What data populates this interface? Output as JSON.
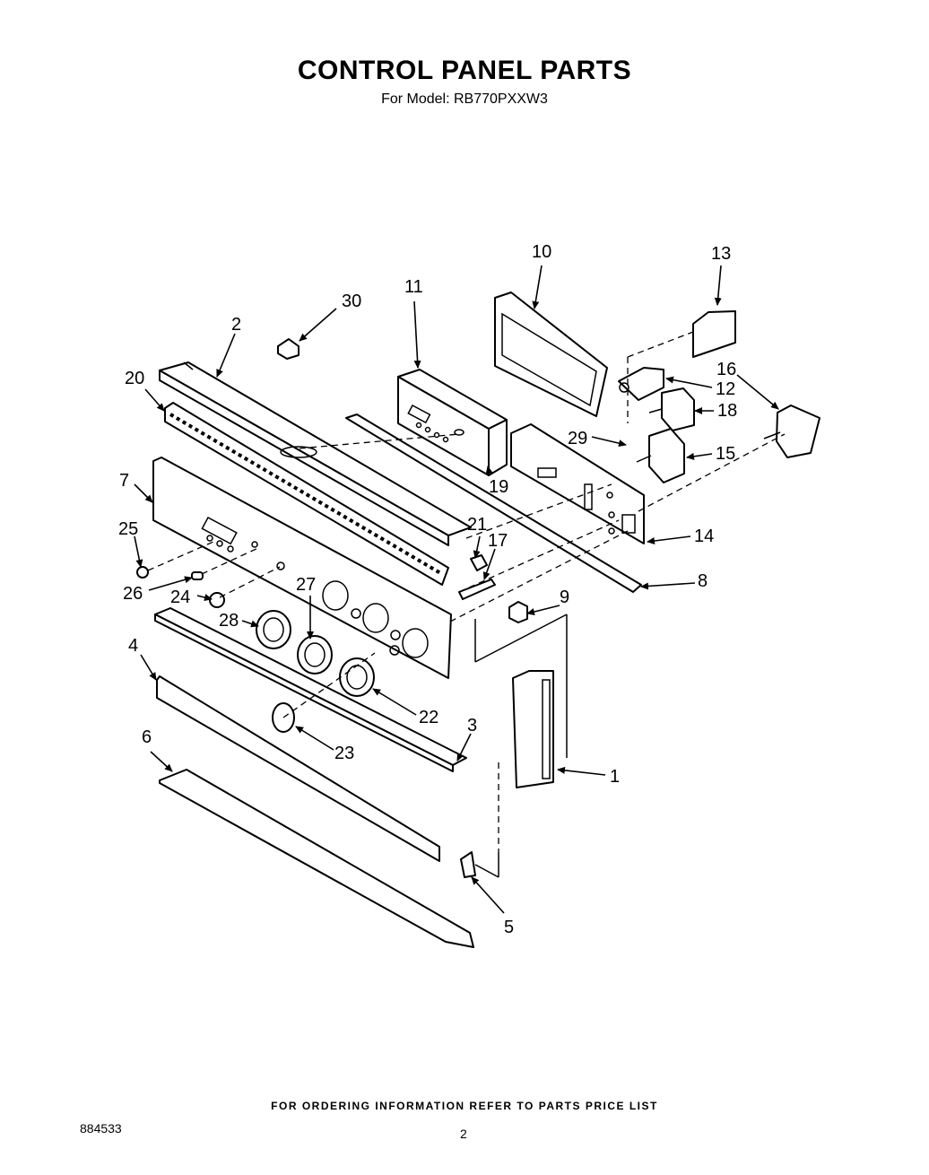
{
  "header": {
    "title": "CONTROL PANEL PARTS",
    "subtitle": "For Model: RB770PXXW3"
  },
  "footer": {
    "ordering_note": "FOR ORDERING INFORMATION REFER TO PARTS PRICE LIST",
    "document_number": "884533",
    "page_number": "2"
  },
  "callouts": {
    "c1": "1",
    "c2": "2",
    "c3": "3",
    "c4": "4",
    "c5": "5",
    "c6": "6",
    "c7": "7",
    "c8": "8",
    "c9": "9",
    "c10": "10",
    "c11": "11",
    "c12": "12",
    "c13": "13",
    "c14": "14",
    "c15": "15",
    "c16": "16",
    "c17": "17",
    "c18": "18",
    "c19": "19",
    "c20": "20",
    "c21": "21",
    "c22": "22",
    "c23": "23",
    "c24": "24",
    "c25": "25",
    "c26": "26",
    "c27": "27",
    "c28": "28",
    "c29": "29",
    "c30": "30"
  }
}
